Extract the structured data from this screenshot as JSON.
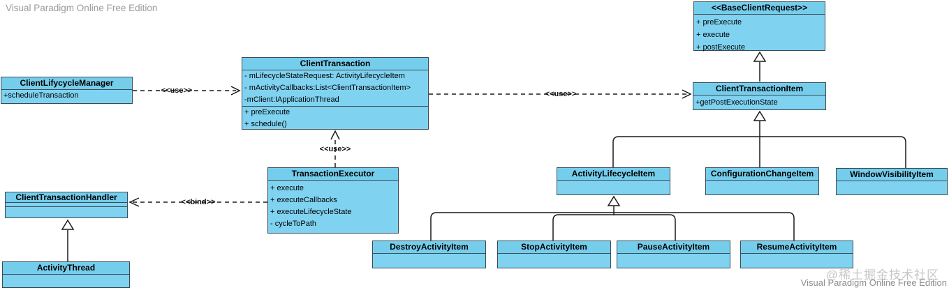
{
  "watermarks": {
    "top_left": "Visual Paradigm Online Free Edition",
    "bottom_right_community": "@稀土掘金技术社区",
    "bottom_right_vp": "Visual Paradigm Online Free Edition"
  },
  "colors": {
    "class_fill": "#7FD3F1",
    "class_title_fill": "#75CDEC",
    "class_border": "#3B4A54",
    "connector_line": "#1A1A1A",
    "watermark_gray": "#9B9B9B",
    "watermark_light_gray": "#C7C7C7"
  },
  "classes": {
    "client_lifycycle_manager": {
      "title": "ClientLifycycleManager",
      "operations": [
        "+scheduleTransaction"
      ]
    },
    "client_transaction": {
      "title": "ClientTransaction",
      "attributes": [
        "- mLifecycleStateRequest: ActivityLifecycleItem",
        "- mActivityCallbacks:List<ClientTransactionItem>",
        "-mClient:IApplicationThread"
      ],
      "operations": [
        "+ preExecute",
        "+ schedule()"
      ]
    },
    "base_client_request": {
      "title": "<<BaseClientRequest>>",
      "operations": [
        "+ preExecute",
        "+ execute",
        "+ postExecute"
      ]
    },
    "client_transaction_item": {
      "title": "ClientTransactionItem",
      "operations": [
        "+getPostExecutionState"
      ]
    },
    "transaction_executor": {
      "title": "TransactionExecutor",
      "operations": [
        "+ execute",
        "+ executeCallbacks",
        "+ executeLifecycleState",
        "- cycleToPath"
      ]
    },
    "client_transaction_handler": {
      "title": "ClientTransactionHandler"
    },
    "activity_thread": {
      "title": "ActivityThread"
    },
    "activity_lifecycle_item": {
      "title": "ActivityLifecycleItem"
    },
    "configuration_change_item": {
      "title": "ConfigurationChangeItem"
    },
    "window_visibility_item": {
      "title": "WindowVisibilityItem"
    },
    "destroy_activity_item": {
      "title": "DestroyActivityItem"
    },
    "stop_activity_item": {
      "title": "StopActivityItem"
    },
    "pause_activity_item": {
      "title": "PauseActivityItem"
    },
    "resume_activity_item": {
      "title": "ResumeActivityItem"
    }
  },
  "edge_labels": {
    "use_manager_to_transaction": "<<use>>",
    "use_transaction_to_item": "<<use>>",
    "use_executor_to_transaction": "<<use>>",
    "bind_executor_to_handler": "<<bind>>"
  }
}
